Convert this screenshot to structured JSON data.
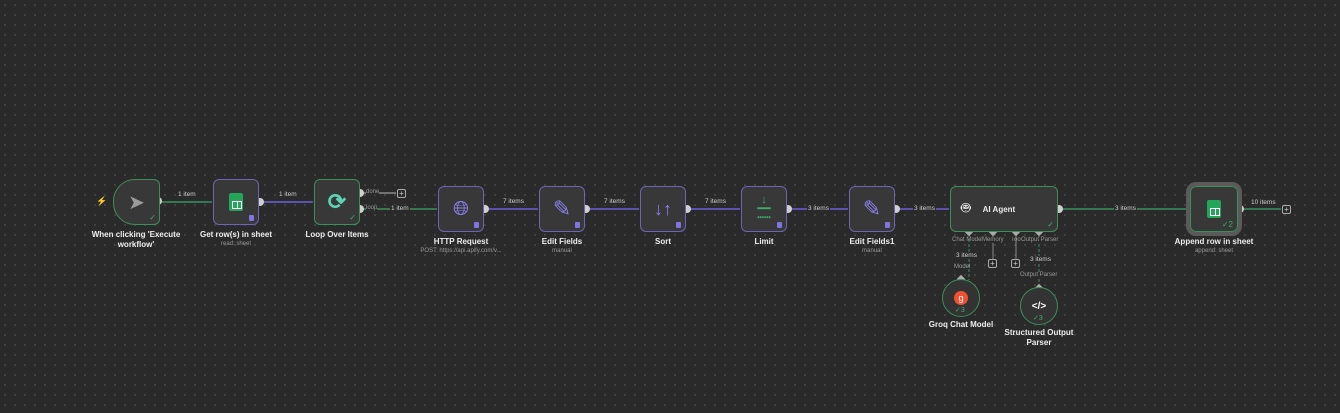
{
  "nodes": {
    "trigger": {
      "label": "When clicking 'Execute workflow'"
    },
    "get_rows": {
      "label": "Get row(s) in sheet",
      "subtitle": "read: sheet"
    },
    "loop": {
      "label": "Loop Over Items",
      "out_done": "done",
      "out_loop": "loop"
    },
    "http": {
      "label": "HTTP Request",
      "subtitle": "POST: https://api.apify.com/v..."
    },
    "edit_fields": {
      "label": "Edit Fields",
      "subtitle": "manual"
    },
    "sort": {
      "label": "Sort"
    },
    "limit": {
      "label": "Limit"
    },
    "edit_fields1": {
      "label": "Edit Fields1",
      "subtitle": "manual"
    },
    "ai_agent": {
      "label": "AI Agent",
      "ports": [
        "Chat Model",
        "Memory",
        "Tool",
        "Output Parser"
      ]
    },
    "append": {
      "label": "Append row in sheet",
      "subtitle": "append: sheet",
      "count": "2"
    },
    "groq": {
      "label": "Groq Chat Model",
      "port": "Model",
      "count": "3"
    },
    "parser": {
      "label": "Structured Output Parser",
      "port": "Output Parser",
      "count": "3"
    }
  },
  "edges": [
    "1 item",
    "1 item",
    "1 item",
    "7 items",
    "7 items",
    "7 items",
    "3 items",
    "3 items",
    "3 items",
    "10 items",
    "3 items",
    "3 items"
  ],
  "colors": {
    "success": "#3b8f5c",
    "main_edge": "#6c5fd6",
    "accent": "#ff6d5a"
  }
}
